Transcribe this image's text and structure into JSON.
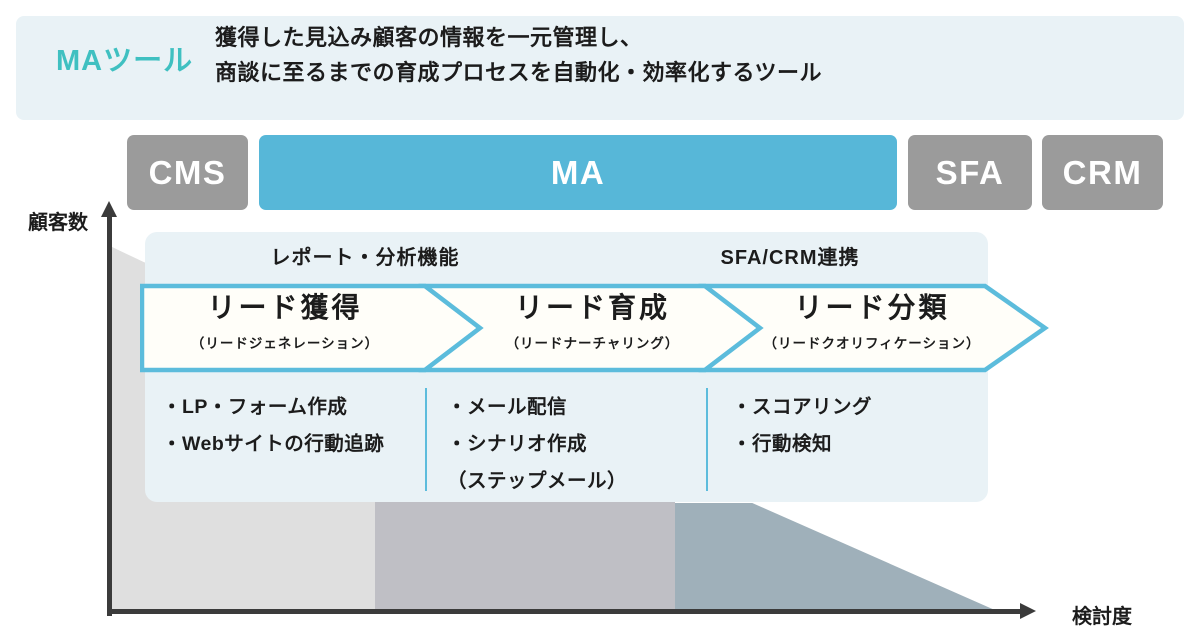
{
  "banner": {
    "tag": "MAツール",
    "description_lines": [
      "獲得した見込み顧客の情報を一元管理し、",
      "商談に至るまでの育成プロセスを自動化・効率化するツール"
    ]
  },
  "toolbar": {
    "boxes": [
      {
        "label": "CMS"
      },
      {
        "label": "MA"
      },
      {
        "label": "SFA"
      },
      {
        "label": "CRM"
      }
    ]
  },
  "chart": {
    "y_axis_label": "顧客数",
    "x_axis_label": "検討度"
  },
  "panel": {
    "feature_labels": [
      {
        "label": "レポート・分析機能"
      },
      {
        "label": "SFA/CRM連携"
      }
    ],
    "stages": [
      {
        "title": "リード獲得",
        "subtitle": "（リードジェネレーション）",
        "items": [
          "・LP・フォーム作成",
          "・Webサイトの行動追跡"
        ]
      },
      {
        "title": "リード育成",
        "subtitle": "（リードナーチャリング）",
        "items": [
          "・メール配信",
          "・シナリオ作成",
          "（ステップメール）"
        ]
      },
      {
        "title": "リード分類",
        "subtitle": "（リードクオリフィケーション）",
        "items": [
          "・スコアリング",
          "・行動検知"
        ]
      }
    ]
  },
  "colors": {
    "accent-blue": "#57b7d8",
    "chevron-blue": "#5cbcdc",
    "teal": "#3fc0c1",
    "panel-bg": "#e9f2f6",
    "gray-box": "#9b9b9b",
    "area-seg1": "#dfdfdf",
    "area-seg2": "#bfbfc5",
    "area-seg3": "#9fb0ba",
    "axis": "#3b3b3b",
    "text-dark": "#1c1c1c"
  }
}
